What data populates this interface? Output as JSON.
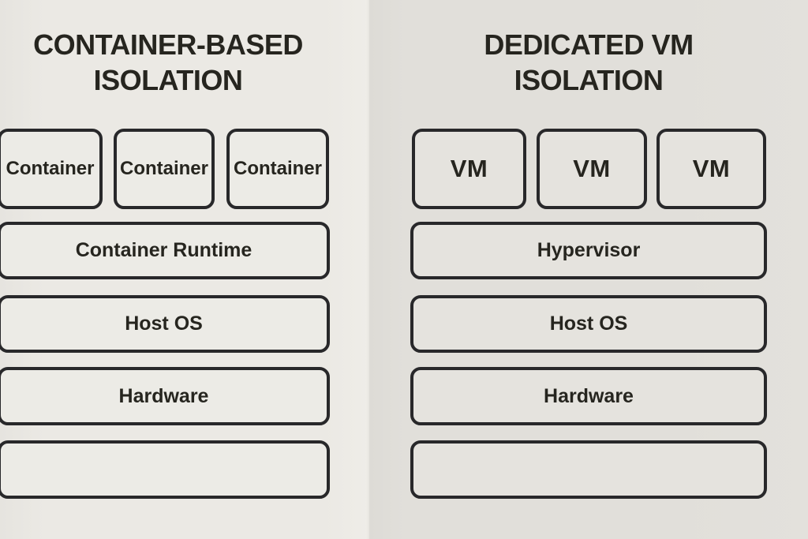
{
  "left_panel": {
    "title_line1": "CONTAINER-BASED",
    "title_line2": "ISOLATION",
    "top_boxes": [
      "Container",
      "Container",
      "Container"
    ],
    "layers": [
      "Container Runtime",
      "Host OS",
      "Hardware",
      ""
    ]
  },
  "right_panel": {
    "title_line1": "DEDICATED VM",
    "title_line2": "ISOLATION",
    "top_boxes": [
      "VM",
      "VM",
      "VM"
    ],
    "layers": [
      "Hypervisor",
      "Host OS",
      "Hardware",
      ""
    ]
  },
  "colors": {
    "bg-left": "#ebe9e4",
    "bg-right": "#e1dfda",
    "box-fill-left": "#ecebe6",
    "box-fill-right": "#e5e3de",
    "ink": "#26251f",
    "line": "#28282a"
  }
}
